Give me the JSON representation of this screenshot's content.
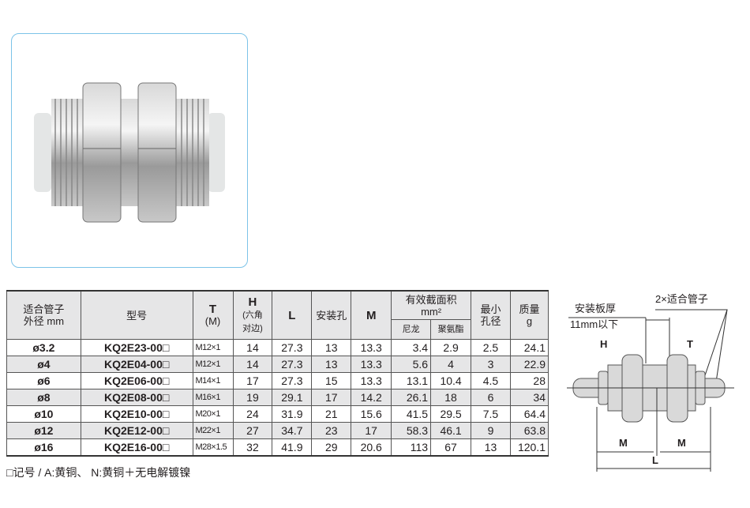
{
  "headers": {
    "tube_od": "适合管子",
    "tube_od2": "外径 mm",
    "model": "型号",
    "T": "T",
    "T_sub": "(M)",
    "H": "H",
    "H_sub1": "(六角",
    "H_sub2": "对边)",
    "L": "L",
    "hole": "安装孔",
    "M": "M",
    "area": "有效截面积",
    "area_unit": "mm²",
    "nylon": "尼龙",
    "urethane": "聚氨酯",
    "min_bore": "最小",
    "min_bore2": "孔径",
    "mass": "质量",
    "mass_unit": "g"
  },
  "rows": [
    {
      "od": "ø3.2",
      "model": "KQ2E23-00□",
      "T": "M12×1",
      "H": "14",
      "L": "27.3",
      "hole": "13",
      "M": "13.3",
      "nylon": "3.4",
      "urethane": "2.9",
      "bore": "2.5",
      "mass": "24.1"
    },
    {
      "od": "ø4",
      "model": "KQ2E04-00□",
      "T": "M12×1",
      "H": "14",
      "L": "27.3",
      "hole": "13",
      "M": "13.3",
      "nylon": "5.6",
      "urethane": "4",
      "bore": "3",
      "mass": "22.9"
    },
    {
      "od": "ø6",
      "model": "KQ2E06-00□",
      "T": "M14×1",
      "H": "17",
      "L": "27.3",
      "hole": "15",
      "M": "13.3",
      "nylon": "13.1",
      "urethane": "10.4",
      "bore": "4.5",
      "mass": "28"
    },
    {
      "od": "ø8",
      "model": "KQ2E08-00□",
      "T": "M16×1",
      "H": "19",
      "L": "29.1",
      "hole": "17",
      "M": "14.2",
      "nylon": "26.1",
      "urethane": "18",
      "bore": "6",
      "mass": "34"
    },
    {
      "od": "ø10",
      "model": "KQ2E10-00□",
      "T": "M20×1",
      "H": "24",
      "L": "31.9",
      "hole": "21",
      "M": "15.6",
      "nylon": "41.5",
      "urethane": "29.5",
      "bore": "7.5",
      "mass": "64.4"
    },
    {
      "od": "ø12",
      "model": "KQ2E12-00□",
      "T": "M22×1",
      "H": "27",
      "L": "34.7",
      "hole": "23",
      "M": "17",
      "nylon": "58.3",
      "urethane": "46.1",
      "bore": "9",
      "mass": "63.8"
    },
    {
      "od": "ø16",
      "model": "KQ2E16-00□",
      "T": "M28×1.5",
      "H": "32",
      "L": "41.9",
      "hole": "29",
      "M": "20.6",
      "nylon": "113",
      "urethane": "67",
      "bore": "13",
      "mass": "120.1"
    }
  ],
  "note": "□记号 / A:黄铜、 N:黄铜＋无电解镀镍",
  "diagram": {
    "tube_label": "2×适合管子",
    "plate_label": "安装板厚",
    "plate_value": "11mm以下",
    "H": "H",
    "T": "T",
    "M1": "M",
    "M2": "M",
    "L": "L"
  }
}
